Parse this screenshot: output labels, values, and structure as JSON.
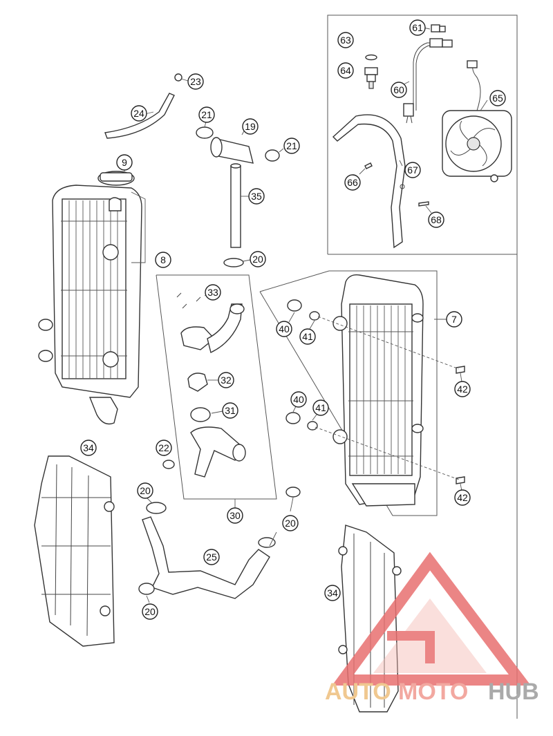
{
  "diagram": {
    "callouts": [
      {
        "id": "c23",
        "label": "23"
      },
      {
        "id": "c24",
        "label": "24"
      },
      {
        "id": "c21a",
        "label": "21"
      },
      {
        "id": "c19",
        "label": "19"
      },
      {
        "id": "c21b",
        "label": "21"
      },
      {
        "id": "c9",
        "label": "9"
      },
      {
        "id": "c35",
        "label": "35"
      },
      {
        "id": "c8",
        "label": "8"
      },
      {
        "id": "c20a",
        "label": "20"
      },
      {
        "id": "c33",
        "label": "33"
      },
      {
        "id": "c32",
        "label": "32"
      },
      {
        "id": "c31",
        "label": "31"
      },
      {
        "id": "c22",
        "label": "22"
      },
      {
        "id": "c34a",
        "label": "34"
      },
      {
        "id": "c20b",
        "label": "20"
      },
      {
        "id": "c30",
        "label": "30"
      },
      {
        "id": "c20c",
        "label": "20"
      },
      {
        "id": "c25",
        "label": "25"
      },
      {
        "id": "c20d",
        "label": "20"
      },
      {
        "id": "c34b",
        "label": "34"
      },
      {
        "id": "c7",
        "label": "7"
      },
      {
        "id": "c40a",
        "label": "40"
      },
      {
        "id": "c41a",
        "label": "41"
      },
      {
        "id": "c42a",
        "label": "42"
      },
      {
        "id": "c40b",
        "label": "40"
      },
      {
        "id": "c41b",
        "label": "41"
      },
      {
        "id": "c42b",
        "label": "42"
      },
      {
        "id": "c61",
        "label": "61"
      },
      {
        "id": "c63",
        "label": "63"
      },
      {
        "id": "c64",
        "label": "64"
      },
      {
        "id": "c60",
        "label": "60"
      },
      {
        "id": "c65",
        "label": "65"
      },
      {
        "id": "c66",
        "label": "66"
      },
      {
        "id": "c67",
        "label": "67"
      },
      {
        "id": "c68",
        "label": "68"
      }
    ]
  },
  "watermark": {
    "auto": "AUTO",
    "moto": "MOTO",
    "hub": "HUB",
    "colors": {
      "auto": "#f0c890",
      "moto": "#f2a8a0",
      "hub": "#aaaaaa",
      "logo": "#e87070"
    }
  }
}
